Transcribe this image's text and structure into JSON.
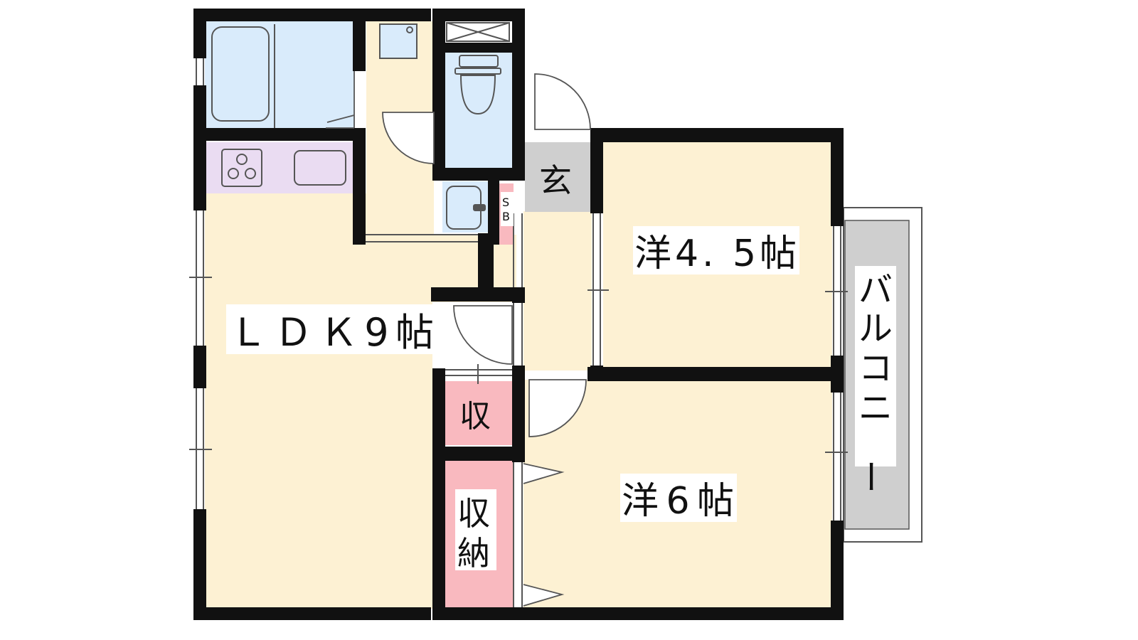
{
  "labels": {
    "ldk": "ＬＤＫ9帖",
    "western_45": "洋4. 5帖",
    "western_6": "洋6帖",
    "entrance": "玄",
    "storage_small": "収",
    "storage_closet_1": "収",
    "storage_closet_2": "納",
    "shoebox_1": "S",
    "shoebox_2": "B",
    "balcony": [
      "バ",
      "ル",
      "コ",
      "ニ",
      "ー"
    ]
  },
  "colors": {
    "wall": "#111111",
    "room_fill": "#fdf1d3",
    "bath_fill": "#d9ebfb",
    "kitchen_fill": "#eadcf2",
    "storage_fill": "#f9b9bf",
    "entrance_fill": "#cfcfcf",
    "balcony_fill": "#cfcfcf",
    "line": "#555555"
  },
  "icons": [
    "bathtub-icon",
    "stove-icon",
    "sink-icon",
    "toilet-icon",
    "washbasin-icon",
    "door-swing-icon",
    "window-icon"
  ]
}
